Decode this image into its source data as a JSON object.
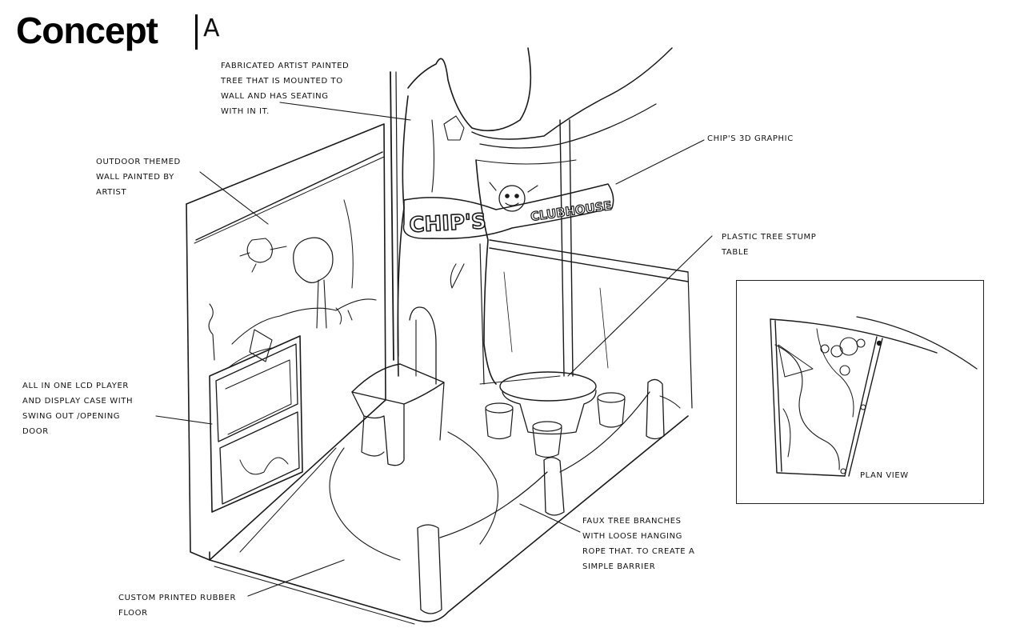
{
  "header": {
    "title": "Concept",
    "variant": "A"
  },
  "annotations": {
    "tree": [
      "Fabricated artist painted",
      "tree that is mounted to",
      "wall and has seating",
      "with in it."
    ],
    "wall": [
      "Outdoor themed",
      "wall painted by",
      "artist"
    ],
    "graphic": [
      "Chip's 3D Graphic"
    ],
    "stump": [
      "Plastic tree stump",
      "table"
    ],
    "lcd": [
      "All in one LCD player",
      "and display case with",
      "swing out /opening",
      "door"
    ],
    "branches": [
      "Faux tree branches",
      "with loose hanging",
      "rope that. to create a",
      "simple barrier"
    ],
    "floor": [
      "Custom printed rubber",
      "floor"
    ]
  },
  "sign": {
    "left": "CHIP'S",
    "right": "CLUBHOUSE"
  },
  "plan": {
    "label": "Plan View"
  }
}
